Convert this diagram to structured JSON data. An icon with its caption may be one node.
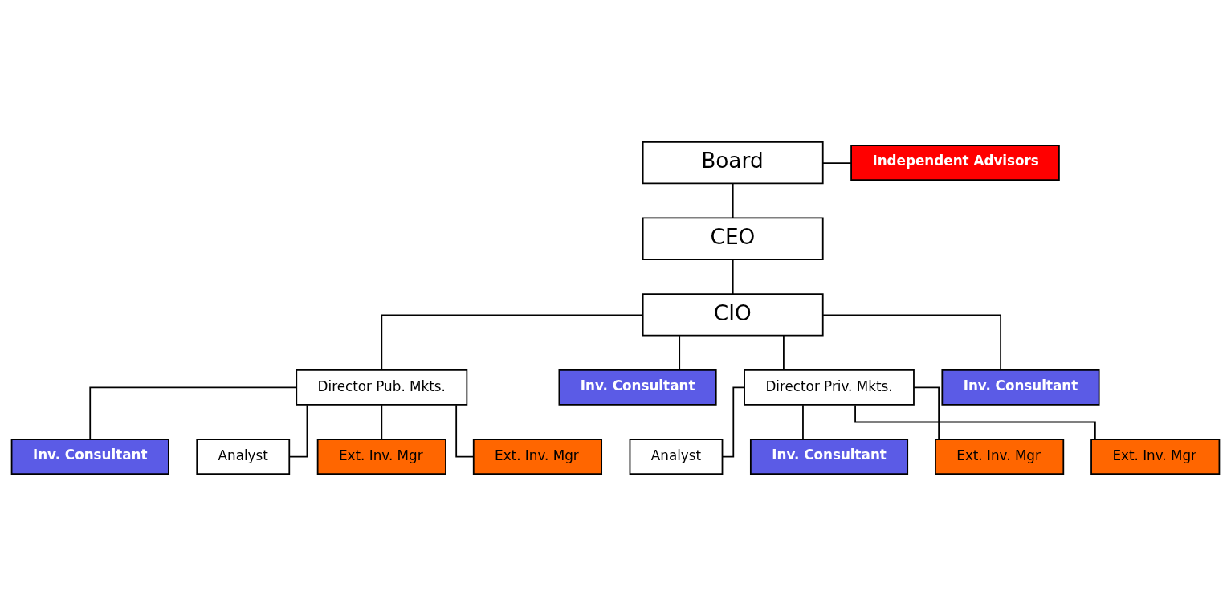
{
  "diagram": {
    "nodes": [
      {
        "text": [
          "Board"
        ]
      },
      {
        "text": [
          "Independent Advisors"
        ]
      },
      {
        "text": [
          "CEO"
        ]
      },
      {
        "text": [
          "CIO"
        ]
      },
      {
        "text": [
          "Director Pub. Mkts."
        ]
      },
      {
        "text": [
          "Inv. Consultant"
        ]
      },
      {
        "text": [
          "Director Priv. Mkts."
        ]
      },
      {
        "text": [
          "Inv. Consultant"
        ]
      },
      {
        "text": [
          "Inv. Consultant"
        ]
      },
      {
        "text": [
          "Analyst"
        ]
      },
      {
        "text": [
          "Ext. Inv. Mgr"
        ]
      },
      {
        "text": [
          "Ext. Inv. Mgr"
        ]
      },
      {
        "text": [
          "Analyst"
        ]
      },
      {
        "text": [
          "Inv. Consultant"
        ]
      },
      {
        "text": [
          "Ext. Inv. Mgr"
        ]
      },
      {
        "text": [
          "Ext. Inv. Mgr"
        ]
      }
    ],
    "edges": [
      {
        "from": 0,
        "to": 1,
        "arrow": "none"
      },
      {
        "from": 0,
        "to": 2,
        "arrow": "none"
      },
      {
        "from": 2,
        "to": 3,
        "arrow": "none"
      },
      {
        "from": 3,
        "to": 4,
        "arrow": "none"
      },
      {
        "from": 3,
        "to": 5,
        "arrow": "none"
      },
      {
        "from": 3,
        "to": 6,
        "arrow": "none"
      },
      {
        "from": 3,
        "to": 7,
        "arrow": "none"
      },
      {
        "from": 4,
        "to": 8,
        "arrow": "none"
      },
      {
        "from": 4,
        "to": 9,
        "arrow": "none"
      },
      {
        "from": 4,
        "to": 10,
        "arrow": "none"
      },
      {
        "from": 4,
        "to": 11,
        "arrow": "none"
      },
      {
        "from": 6,
        "to": 12,
        "arrow": "none"
      },
      {
        "from": 6,
        "to": 13,
        "arrow": "none"
      },
      {
        "from": 6,
        "to": 14,
        "arrow": "none"
      },
      {
        "from": 6,
        "to": 15,
        "arrow": "none"
      }
    ]
  }
}
